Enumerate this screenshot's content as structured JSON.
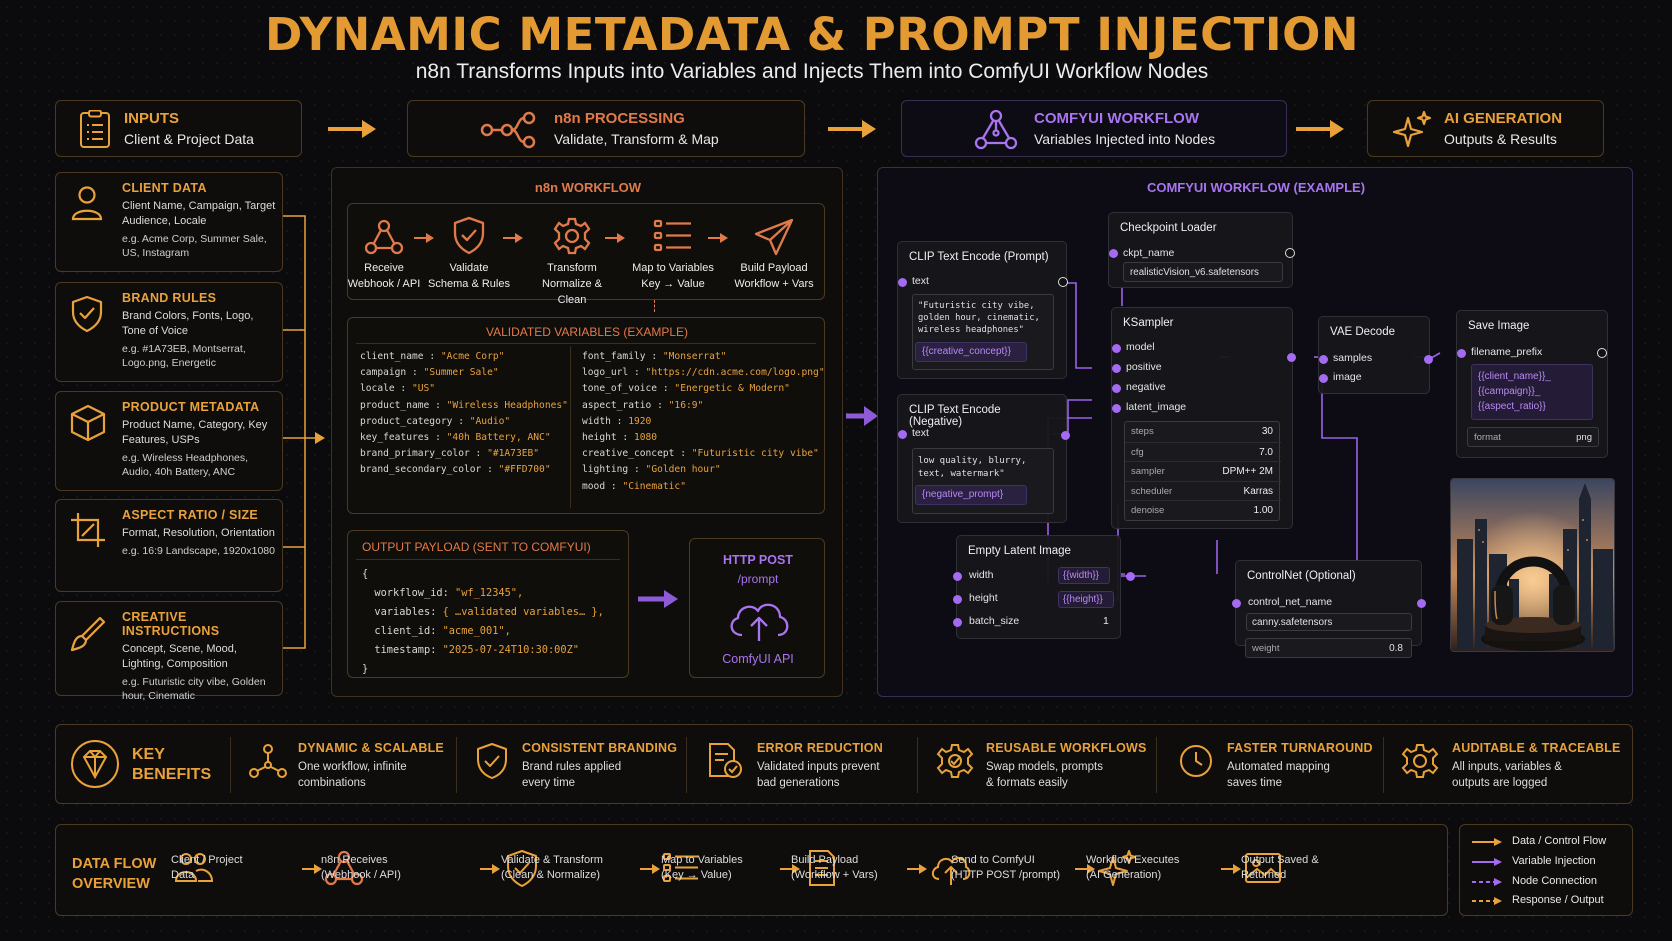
{
  "header": {
    "title": "DYNAMIC METADATA & PROMPT INJECTION",
    "subtitle": "n8n Transforms Inputs into Variables and Injects Them into ComfyUI Workflow Nodes"
  },
  "stages": [
    {
      "title": "INPUTS",
      "subtitle": "Client & Project Data",
      "icon": "document-list-icon"
    },
    {
      "title": "n8n PROCESSING",
      "subtitle": "Validate, Transform & Map",
      "icon": "n8n-nodes-icon"
    },
    {
      "title": "COMFYUI WORKFLOW",
      "subtitle": "Variables Injected into Nodes",
      "icon": "graph-nodes-icon"
    },
    {
      "title": "AI GENERATION",
      "subtitle": "Outputs & Results",
      "icon": "sparkle-icon"
    }
  ],
  "inputs": [
    {
      "title": "CLIENT DATA",
      "desc": "Client Name, Campaign, Target Audience, Locale",
      "example": "e.g. Acme Corp, Summer Sale, US, Instagram",
      "icon": "user-icon"
    },
    {
      "title": "BRAND RULES",
      "desc": "Brand Colors, Fonts, Logo, Tone of Voice",
      "example": "e.g. #1A73EB, Montserrat, Logo.png, Energetic",
      "icon": "shield-check-icon"
    },
    {
      "title": "PRODUCT METADATA",
      "desc": "Product Name, Category, Key Features, USPs",
      "example": "e.g. Wireless Headphones, Audio, 40h Battery, ANC",
      "icon": "box-icon"
    },
    {
      "title": "ASPECT RATIO / SIZE",
      "desc": "Format, Resolution, Orientation",
      "example": "e.g. 16:9 Landscape, 1920x1080",
      "icon": "crop-icon"
    },
    {
      "title": "CREATIVE INSTRUCTIONS",
      "desc": "Concept, Scene, Mood, Lighting, Composition",
      "example": "e.g. Futuristic city vibe, Golden hour, Cinematic",
      "icon": "brush-icon"
    }
  ],
  "n8n": {
    "title": "n8n WORKFLOW",
    "steps": [
      {
        "label": "Receive",
        "sub": "Webhook / API",
        "icon": "webhook-icon"
      },
      {
        "label": "Validate",
        "sub": "Schema & Rules",
        "icon": "shield-check-icon"
      },
      {
        "label": "Transform",
        "sub": "Normalize & Clean",
        "icon": "gear-icon"
      },
      {
        "label": "Map to Variables",
        "sub": "Key → Value",
        "icon": "list-icon"
      },
      {
        "label": "Build Payload",
        "sub": "Workflow + Vars",
        "icon": "paper-plane-icon"
      }
    ],
    "variables_title": "VALIDATED VARIABLES (EXAMPLE)",
    "variables_left": [
      {
        "k": "client_name",
        "v": "\"Acme Corp\""
      },
      {
        "k": "campaign",
        "v": "\"Summer Sale\""
      },
      {
        "k": "locale",
        "v": "\"US\""
      },
      {
        "k": "product_name",
        "v": "\"Wireless Headphones\""
      },
      {
        "k": "product_category",
        "v": "\"Audio\""
      },
      {
        "k": "key_features",
        "v": "\"40h Battery, ANC\""
      },
      {
        "k": "brand_primary_color",
        "v": "\"#1A73EB\""
      },
      {
        "k": "brand_secondary_color",
        "v": "\"#FFD700\""
      }
    ],
    "variables_right": [
      {
        "k": "font_family",
        "v": "\"Monserrat\""
      },
      {
        "k": "logo_url",
        "v": "\"https://cdn.acme.com/logo.png\""
      },
      {
        "k": "tone_of_voice",
        "v": "\"Energetic & Modern\""
      },
      {
        "k": "aspect_ratio",
        "v": "\"16:9\""
      },
      {
        "k": "width",
        "v": "1920"
      },
      {
        "k": "height",
        "v": "1080"
      },
      {
        "k": "creative_concept",
        "v": "\"Futuristic city vibe\""
      },
      {
        "k": "lighting",
        "v": "\"Golden hour\""
      },
      {
        "k": "mood",
        "v": "\"Cinematic\""
      }
    ],
    "payload_title": "OUTPUT PAYLOAD (SENT TO COMFYUI)",
    "payload_lines": [
      {
        "k": "{",
        "v": ""
      },
      {
        "k": "  workflow_id: ",
        "v": "\"wf_12345\","
      },
      {
        "k": "  variables: ",
        "v": "{ …validated variables… },"
      },
      {
        "k": "  client_id: ",
        "v": "\"acme_001\","
      },
      {
        "k": "  timestamp: ",
        "v": "\"2025-07-24T10:30:00Z\""
      },
      {
        "k": "}",
        "v": ""
      }
    ],
    "http_title": "HTTP POST",
    "http_path": "/prompt",
    "http_api": "ComfyUI API"
  },
  "comfy": {
    "title": "COMFYUI WORKFLOW (EXAMPLE)",
    "clip_pos": {
      "title": "CLIP Text Encode (Prompt)",
      "port": "text",
      "text": "\"Futuristic city vibe,\ngolden hour, cinematic,\nwireless headphones\"",
      "var": "{{creative_concept}}"
    },
    "clip_neg": {
      "title": "CLIP Text Encode (Negative)",
      "port": "text",
      "text": "low quality, blurry,\ntext, watermark\"",
      "var": "{negative_prompt}"
    },
    "checkpoint": {
      "title": "Checkpoint Loader",
      "port": "ckpt_name",
      "value": "realisticVision_v6.safetensors"
    },
    "ksampler": {
      "title": "KSampler",
      "inputs": [
        "model",
        "positive",
        "negative",
        "latent_image"
      ],
      "params": [
        {
          "k": "steps",
          "v": "30"
        },
        {
          "k": "cfg",
          "v": "7.0"
        },
        {
          "k": "sampler",
          "v": "DPM++ 2M"
        },
        {
          "k": "scheduler",
          "v": "Karras"
        },
        {
          "k": "denoise",
          "v": "1.00"
        }
      ]
    },
    "vae": {
      "title": "VAE Decode",
      "inputs": [
        "samples",
        "image"
      ]
    },
    "save": {
      "title": "Save Image",
      "port": "filename_prefix",
      "value": "{{client_name}}_\n{{campaign}}_\n{{aspect_ratio}}",
      "format_k": "format",
      "format_v": "png"
    },
    "latent": {
      "title": "Empty Latent Image",
      "rows": [
        {
          "k": "width",
          "v": "{{width}}"
        },
        {
          "k": "height",
          "v": "{{height}}"
        },
        {
          "k": "batch_size",
          "v": "1"
        }
      ]
    },
    "controlnet": {
      "title": "ControlNet (Optional)",
      "port": "control_net_name",
      "value": "canny.safetensors",
      "weight_k": "weight",
      "weight_v": "0.8"
    }
  },
  "benefits": {
    "title_line1": "KEY",
    "title_line2": "BENEFITS",
    "items": [
      {
        "title": "DYNAMIC & SCALABLE",
        "desc1": "One workflow, infinite",
        "desc2": "combinations",
        "icon": "network-icon"
      },
      {
        "title": "CONSISTENT BRANDING",
        "desc1": "Brand rules applied",
        "desc2": "every time",
        "icon": "shield-check-icon"
      },
      {
        "title": "ERROR REDUCTION",
        "desc1": "Validated inputs prevent",
        "desc2": "bad generations",
        "icon": "doc-check-icon"
      },
      {
        "title": "REUSABLE WORKFLOWS",
        "desc1": "Swap models, prompts",
        "desc2": "& formats easily",
        "icon": "gear-cycle-icon"
      },
      {
        "title": "FASTER TURNAROUND",
        "desc1": "Automated mapping",
        "desc2": "saves time",
        "icon": "clock-icon"
      },
      {
        "title": "AUDITABLE & TRACEABLE",
        "desc1": "All inputs, variables &",
        "desc2": "outputs are logged",
        "icon": "gear-icon"
      }
    ]
  },
  "dataflow": {
    "title_line1": "DATA FLOW",
    "title_line2": "OVERVIEW",
    "steps": [
      {
        "l1": "Client / Project",
        "l2": "Data",
        "icon": "users-icon"
      },
      {
        "l1": "n8n Receives",
        "l2": "(Webhook / API)",
        "icon": "webhook-icon"
      },
      {
        "l1": "Validate & Transform",
        "l2": "(Clean & Normalize)",
        "icon": "shield-check-icon"
      },
      {
        "l1": "Map to Variables",
        "l2": "(Key → Value)",
        "icon": "list-icon"
      },
      {
        "l1": "Build Payload",
        "l2": "(Workflow + Vars)",
        "icon": "document-icon"
      },
      {
        "l1": "Send to ComfyUI",
        "l2": "(HTTP POST /prompt)",
        "icon": "cloud-upload-icon"
      },
      {
        "l1": "Workflow Executes",
        "l2": "(AI Generation)",
        "icon": "sparkle-icon"
      },
      {
        "l1": "Output Saved &",
        "l2": "Returned",
        "icon": "image-icon"
      }
    ],
    "legend": [
      {
        "label": "Data / Control Flow"
      },
      {
        "label": "Variable Injection"
      },
      {
        "label": "Node Connection"
      },
      {
        "label": "Response / Output"
      }
    ]
  },
  "colors": {
    "gold": "#e9a23b",
    "orange": "#e07a4a",
    "purple": "#a56af2",
    "background": "#0b0b0d"
  }
}
